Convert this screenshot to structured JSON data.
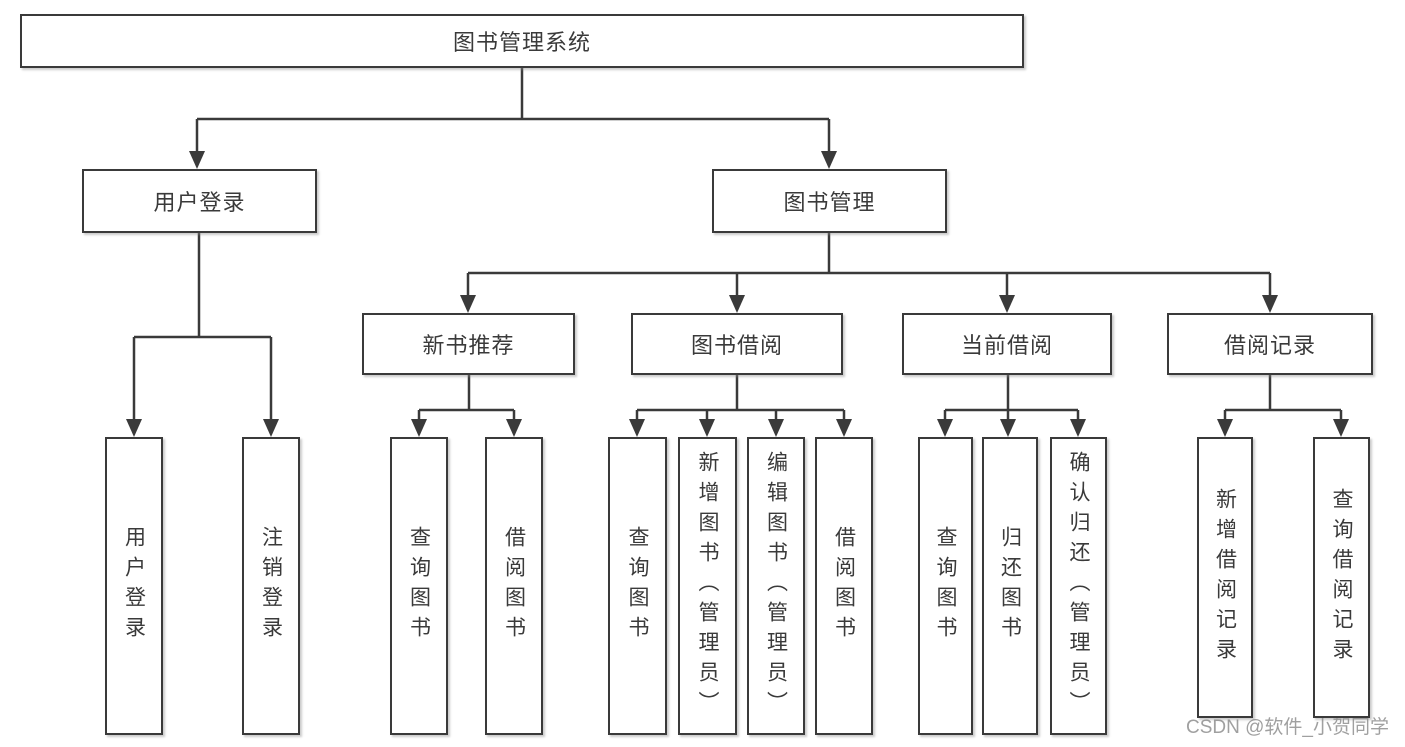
{
  "diagram_type": "hierarchy-tree",
  "tree": {
    "root": {
      "label": "图书管理系统",
      "children": [
        {
          "label": "用户登录",
          "children": [
            {
              "label": "用户登录"
            },
            {
              "label": "注销登录"
            }
          ]
        },
        {
          "label": "图书管理",
          "children": [
            {
              "label": "新书推荐",
              "children": [
                {
                  "label": "查询图书"
                },
                {
                  "label": "借阅图书"
                }
              ]
            },
            {
              "label": "图书借阅",
              "children": [
                {
                  "label": "查询图书"
                },
                {
                  "label": "新增图书（管理员）"
                },
                {
                  "label": "编辑图书（管理员）"
                },
                {
                  "label": "借阅图书"
                }
              ]
            },
            {
              "label": "当前借阅",
              "children": [
                {
                  "label": "查询图书"
                },
                {
                  "label": "归还图书"
                },
                {
                  "label": "确认归还（管理员）"
                }
              ]
            },
            {
              "label": "借阅记录",
              "children": [
                {
                  "label": "新增借阅记录"
                },
                {
                  "label": "查询借阅记录"
                }
              ]
            }
          ]
        }
      ]
    }
  },
  "watermark": {
    "text": "CSDN @软件_小贺同学"
  },
  "colors": {
    "background": "#ffffff",
    "line": "#3a3a3a",
    "box_border": "#3a3a3a",
    "box_fill": "#ffffff",
    "text": "#3a3a3a",
    "watermark_text": "#a0a0a0"
  }
}
